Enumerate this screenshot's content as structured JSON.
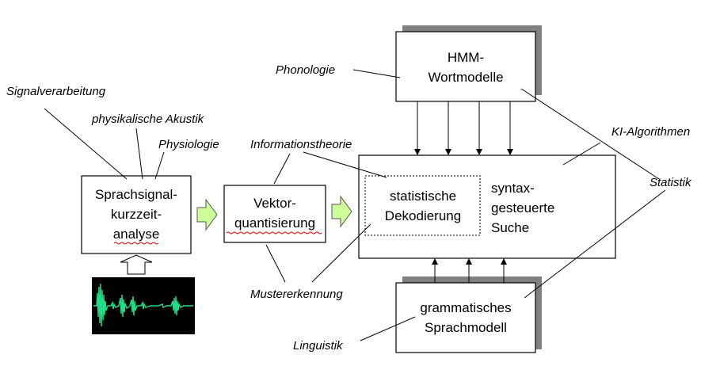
{
  "boxes": {
    "sprachsignal": [
      "Sprachsignal-",
      "kurzzeit-",
      "analyse"
    ],
    "vektor": [
      "Vektor-",
      "quantisierung"
    ],
    "dekodierung": [
      "statistische",
      "Dekodierung"
    ],
    "suche": [
      "syntax-",
      "gesteuerte",
      "Suche"
    ],
    "hmm": [
      "HMM-",
      "Wortmodelle"
    ],
    "grammatik": [
      "grammatisches",
      "Sprachmodell"
    ]
  },
  "labels": {
    "signalverarbeitung": "Signalverarbeitung",
    "akustik": "physikalische Akustik",
    "physiologie": "Physiologie",
    "phonologie": "Phonologie",
    "informationstheorie": "Informationstheorie",
    "ki": "KI-Algorithmen",
    "statistik": "Statistik",
    "mustererkennung": "Mustererkennung",
    "linguistik": "Linguistik"
  },
  "colors": {
    "green_arrow": "#ccff99",
    "shadow": "#808080",
    "waveform": "#22dd88",
    "waveform_bg": "#000000",
    "spellcheck": "#dd0000"
  }
}
